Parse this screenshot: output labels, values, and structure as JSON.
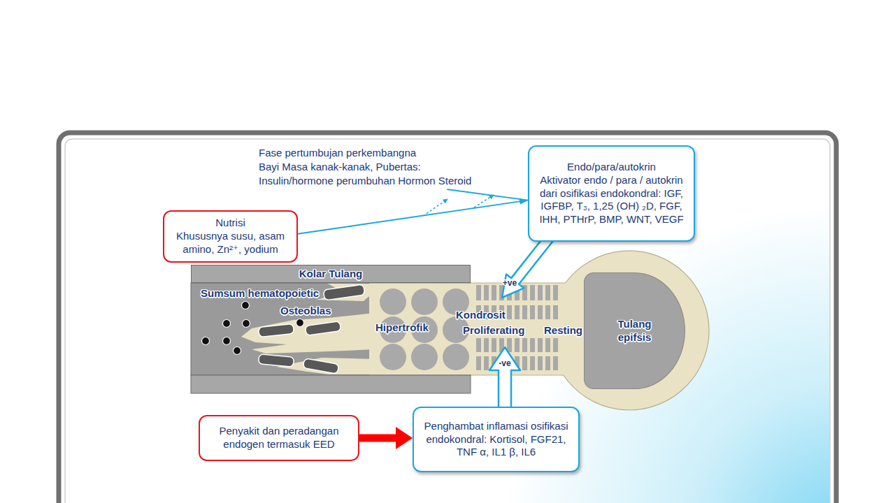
{
  "diagram": {
    "nodes": [
      {
        "text": [
          "Nutrisi",
          "Khususnya susu, asam amino, Zn²⁺, yodium"
        ]
      },
      {
        "text": [
          "Endo/para/autokrin",
          "Aktivator endo / para / autokrin dari osifikasi endokondral: IGF, IGFBP, T₃, 1,25 (OH) ₂D, FGF, IHH, PTHrP, BMP, WNT, VEGF"
        ]
      },
      {
        "text": [
          "Kolar Tulang"
        ]
      },
      {
        "text": [
          "Tulang epifsis"
        ]
      },
      {
        "text": [
          "Penyakit dan peradangan endogen termasuk EED"
        ]
      },
      {
        "text": [
          "Penghambat inflamasi osifikasi endokondral: Kortisol, FGF21, TNF α, IL1 β, IL6"
        ]
      }
    ],
    "edges": [
      {
        "from": 0,
        "to": 1,
        "arrow": "to"
      },
      {
        "from": 4,
        "to": 5,
        "arrow": "to"
      }
    ],
    "labels": [
      "Fase pertumbujan perkembangna",
      "Bayi Masa kanak-kanak, Pubertas:",
      "Insulin/hormone perumbuhan Hormon Steroid",
      "Sumsum hematopoietic",
      "Osteoblas",
      "Hipertrofik",
      "Kondrosit",
      "Proliferating",
      "Resting",
      "+ve",
      "-ve"
    ]
  }
}
